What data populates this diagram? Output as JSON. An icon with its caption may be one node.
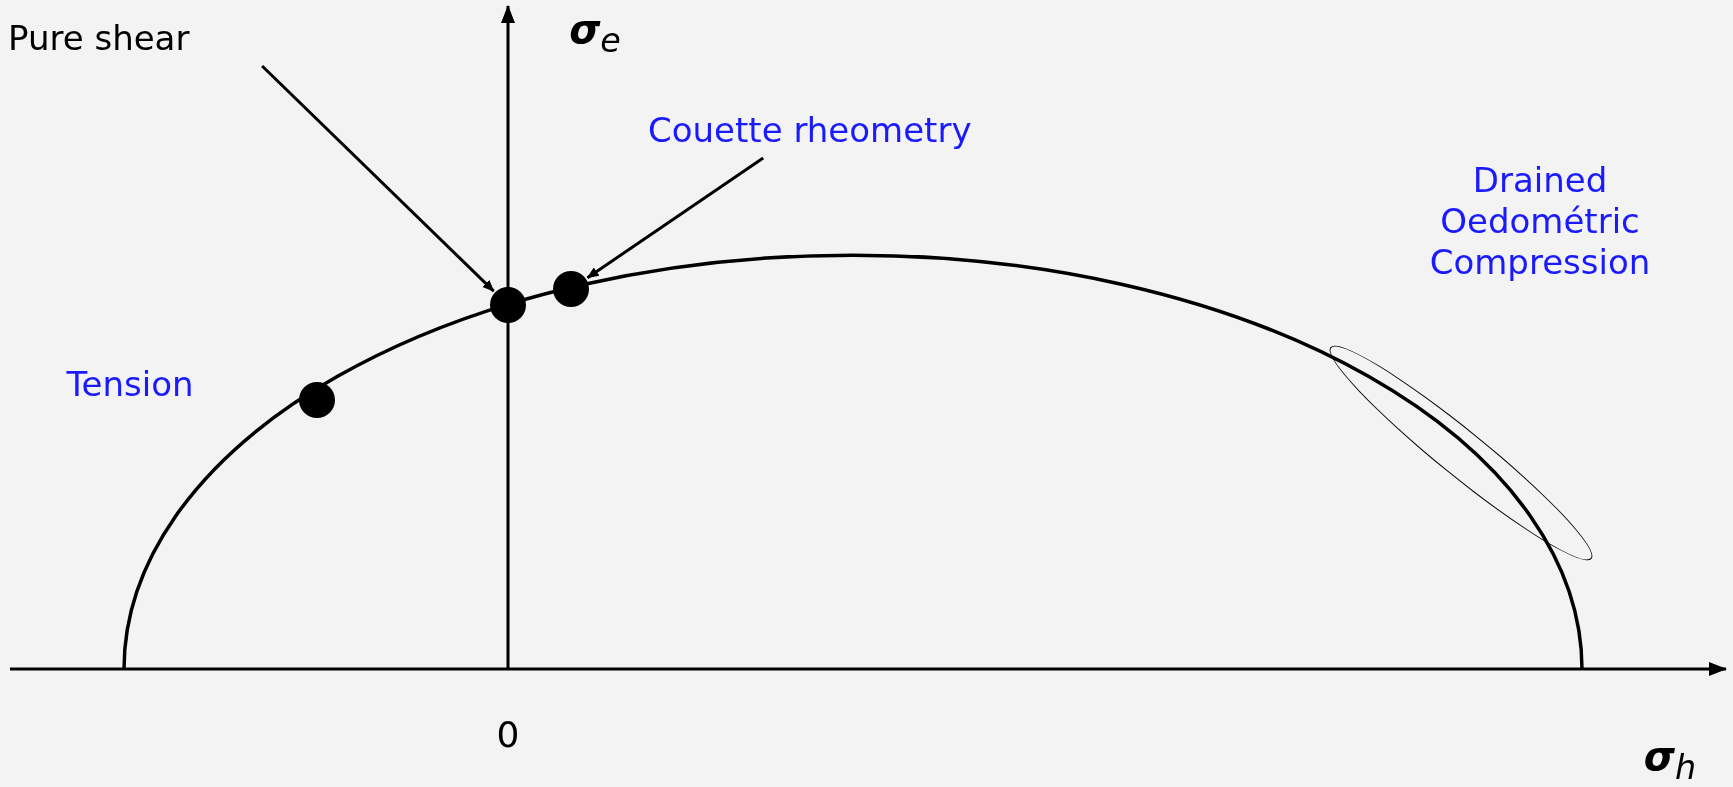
{
  "diagram": {
    "nodes": [
      {
        "text": [
          "Pure shear"
        ]
      },
      {
        "text": [
          "Couette rheometry"
        ]
      },
      {
        "text": [],
        "shape": "circle"
      },
      {
        "text": [],
        "shape": "circle"
      },
      {
        "text": [],
        "shape": "circle"
      },
      {
        "text": [],
        "shape": "ellipse"
      }
    ],
    "edges": [
      {
        "from": 0,
        "to": 3,
        "arrow": "to"
      },
      {
        "from": 1,
        "to": 4,
        "arrow": "to"
      }
    ],
    "labels": [
      "**σ**$_{e}$",
      "Drained Oedométric Compression",
      "Tension",
      "0",
      "**σ**$_{h}$"
    ]
  }
}
